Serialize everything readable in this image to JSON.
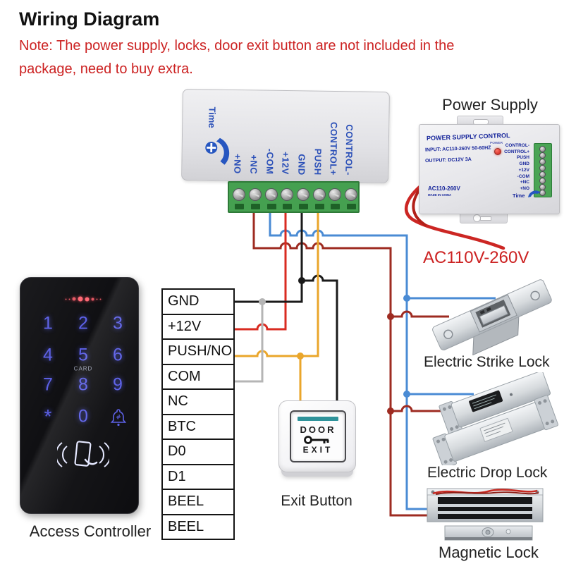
{
  "header": {
    "title": "Wiring Diagram",
    "note_line1": "Note: The power supply, locks, door exit button are not included in the",
    "note_line2": "package, need to buy extra."
  },
  "top_supply": {
    "time_label": "Time",
    "terminals": [
      "+NO",
      "+NC",
      "-COM",
      "+12V",
      "GND",
      "PUSH",
      "CONTROL+",
      "CONTROL-"
    ]
  },
  "right_supply": {
    "caption": "Power Supply",
    "panel_title": "POWER SUPPLY CONTROL",
    "input_line": "INPUT: AC110-260V 50-60HZ",
    "output_line": "OUTPUT: DC12V  3A",
    "power_label": "POWER",
    "terminals": [
      "CONTROL-",
      "CONTROL+",
      "PUSH",
      "GND",
      "+12V",
      "-COM",
      "+NC",
      "+NO"
    ],
    "voltage_label": "AC110-260V",
    "made_in": "MADE IN CHINA",
    "time_label": "Time",
    "ac_callout": "AC110V-260V"
  },
  "controller": {
    "caption": "Access Controller",
    "keys": [
      "1",
      "2",
      "3",
      "4",
      "5",
      "6",
      "7",
      "8",
      "9",
      "*",
      "0"
    ],
    "card_label": "CARD",
    "bell_hash": "#"
  },
  "wiring_table": {
    "rows": [
      "GND",
      "+12V",
      "PUSH/NO",
      "COM",
      "NC",
      "BTC",
      "D0",
      "D1",
      "BEEL",
      "BEEL"
    ]
  },
  "exit_button": {
    "caption": "Exit Button",
    "line1": "DOOR",
    "line2": "EXIT"
  },
  "locks": {
    "strike_caption": "Electric Strike Lock",
    "drop_caption": "Electric Drop Lock",
    "magnetic_caption": "Magnetic Lock"
  },
  "colors": {
    "note_red": "#cc2222",
    "wire_red": "#d92b21",
    "wire_dark_red": "#9e2b21",
    "wire_blue": "#4a8bd4",
    "wire_black": "#1a1a1a",
    "wire_yellow": "#eaa62b",
    "wire_gray": "#b5b5b5",
    "terminal_green": "#45a050",
    "supply_label_blue": "#2b50b8",
    "keypad_key_violet": "#5a5ee8"
  },
  "icons": {
    "time_adjust": "phillips-screw-with-crescent",
    "power_led": "red-led-dot",
    "bell": "doorbell-bell",
    "card_swipe": "card-swipe-with-waves",
    "exit_key": "door-key"
  }
}
